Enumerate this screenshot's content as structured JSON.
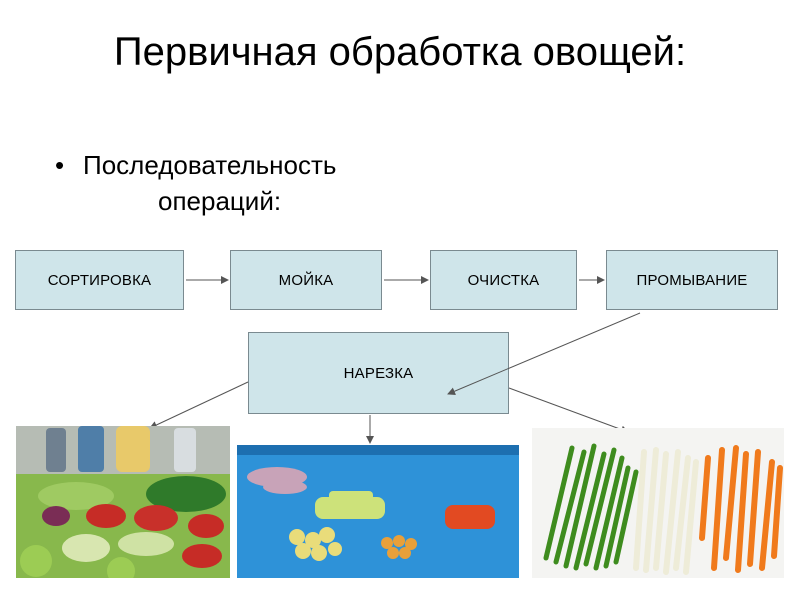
{
  "title": "Первичная обработка овощей:",
  "bullet": {
    "line1": "Последовательность",
    "line2": "операций:"
  },
  "flow": {
    "step1": "СОРТИРОВКА",
    "step2": "МОЙКА",
    "step3": "ОЧИСТКА",
    "step4": "ПРОМЫВАНИЕ",
    "step5": "НАРЕЗКА"
  },
  "colors": {
    "box_fill": "#cfe5ea",
    "box_border": "#7a8a90",
    "arrow": "#555555"
  },
  "photos": [
    "cut-vegetables-on-tray-photo",
    "sliced-vegetables-on-blue-board-photo",
    "julienne-vegetable-strips-photo"
  ]
}
